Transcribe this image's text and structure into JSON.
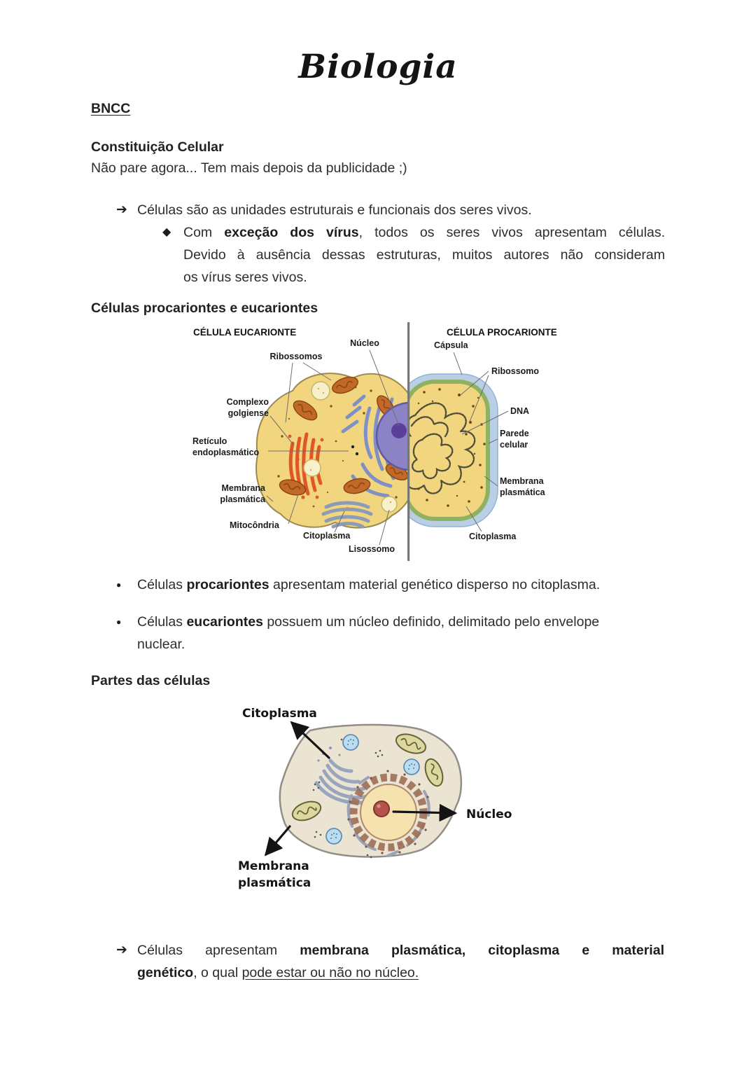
{
  "title": "Biologia",
  "glyphs": {
    "arrow": "➔",
    "diamond": "◆",
    "dot": "●"
  },
  "colors": {
    "euk_cytoplasm": "#f2d57f",
    "nucleus": "#8b83c6",
    "nucleolus": "#5c3e9b",
    "golgi": "#e0562a",
    "er": "#7e90c6",
    "mitochondria": "#c2692a",
    "capsule": "#b9cfe4",
    "cell_wall": "#8fb262",
    "cell2_body": "#ece4d3",
    "cell2_nucleus": "#f6e2ae",
    "cell2_nucleolus": "#b5524a"
  },
  "bncc_heading": "BNCC",
  "constituicao": {
    "heading": "Constituição Celular",
    "subtitle": "Não pare agora... Tem mais depois da publicidade ;)"
  },
  "section_comparacao": "Células procariontes e eucariontes",
  "section_partes": "Partes das células",
  "bullets": {
    "cells_units": "Células são as unidades estruturais e funcionais dos seres vivos.",
    "virus": {
      "line1_pre": "Com ",
      "line1_bold": "exceção dos vírus",
      "line1_post": ", todos os seres vivos apresentam células.",
      "line2": "Devido à ausência dessas estruturas, muitos autores não consideram",
      "line3": "os vírus seres vivos."
    },
    "procariontes": {
      "pre": "Células ",
      "bold": "procariontes",
      "post": " apresentam material genético disperso no citoplasma."
    },
    "eucariontes": {
      "pre": "Células ",
      "bold": "eucariontes",
      "post_line1": " possuem um núcleo definido, delimitado pelo envelope",
      "line2": "nuclear."
    },
    "final": {
      "line1_pre": "Células apresentam ",
      "line1_bold": "membrana plasmática, citoplasma e material",
      "line2_bold": "genético",
      "line2_mid": ", o qual ",
      "line2_underline": "pode estar ou não no núcleo."
    }
  },
  "diagram1": {
    "title_eucarionte": "CÉLULA EUCARIONTE",
    "title_procarionte": "CÉLULA PROCARIONTE",
    "nucleo": "Núcleo",
    "ribossomos": "Ribossomos",
    "complexo_l1": "Complexo",
    "complexo_l2": "golgiense",
    "reticulo_l1": "Retículo",
    "reticulo_l2": "endoplasmático",
    "membrana_l1": "Membrana",
    "membrana_l2": "plasmática",
    "mitocondria": "Mitocôndria",
    "citoplasma": "Citoplasma",
    "lisossomo": "Lisossomo",
    "capsula": "Cápsula",
    "ribossomo": "Ribossomo",
    "dna": "DNA",
    "parede_l1": "Parede",
    "parede_l2": "celular"
  },
  "diagram2": {
    "citoplasma": "Citoplasma",
    "nucleo": "Núcleo",
    "membrana_l1": "Membrana",
    "membrana_l2": "plasmática"
  }
}
